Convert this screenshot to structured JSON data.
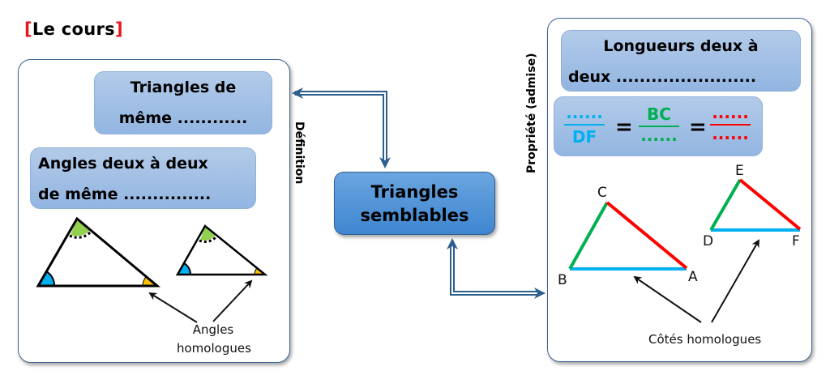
{
  "title": {
    "open": "[",
    "text": "Le cours",
    "close": "]"
  },
  "left_panel": {
    "box1": {
      "line1": "Triangles de",
      "line2": "même ............"
    },
    "box2": {
      "line1": "Angles deux à deux",
      "line2": "de même ..............."
    },
    "annotation": {
      "line1": "Angles",
      "line2": "homologues"
    },
    "angle_colors": {
      "angle1": "#00b0f0",
      "angle2": "#92d050",
      "angle3": "#ffc000"
    }
  },
  "side_labels": {
    "definition": "Définition",
    "property": "Propriété (admise)"
  },
  "central": {
    "line1": "Triangles",
    "line2": "semblables"
  },
  "right_panel": {
    "box1": {
      "line1": "Longueurs deux à",
      "line2": "deux ........................"
    },
    "ratio": {
      "frac1": {
        "num": "......",
        "den": "DF",
        "color": "#00b0f0"
      },
      "eq1": "=",
      "frac2": {
        "num": "BC",
        "den": "......",
        "color": "#00b050"
      },
      "eq2": "=",
      "frac3": {
        "num": "......",
        "den": "......",
        "color": "#ff0000"
      }
    },
    "points": {
      "A": "A",
      "B": "B",
      "C": "C",
      "D": "D",
      "E": "E",
      "F": "F"
    },
    "annotation": "Côtés homologues",
    "side_colors": {
      "BA": "#00b0f0",
      "BC": "#00b050",
      "CA": "#ff0000"
    }
  },
  "connector_color": "#2d5f8e"
}
